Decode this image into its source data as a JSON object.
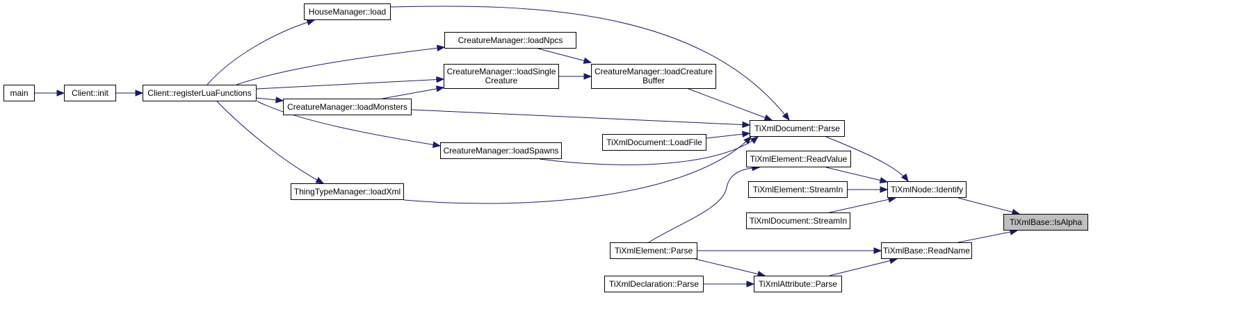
{
  "diagram": {
    "type": "call-graph",
    "colors": {
      "edge": "#191970",
      "node_border": "#000000",
      "node_fill": "#ffffff",
      "focus_fill": "#bfbfbf"
    },
    "nodes": [
      {
        "id": "main",
        "label": "main"
      },
      {
        "id": "client_init",
        "label": "Client::init"
      },
      {
        "id": "register_lua",
        "label": "Client::registerLuaFunctions"
      },
      {
        "id": "house_load",
        "label": "HouseManager::load"
      },
      {
        "id": "load_npcs",
        "label": "CreatureManager::loadNpcs"
      },
      {
        "id": "load_single",
        "label": "CreatureManager::loadSingle\nCreature"
      },
      {
        "id": "load_monsters",
        "label": "CreatureManager::loadMonsters"
      },
      {
        "id": "load_spawns",
        "label": "CreatureManager::loadSpawns"
      },
      {
        "id": "load_xml",
        "label": "ThingTypeManager::loadXml"
      },
      {
        "id": "load_buffer",
        "label": "CreatureManager::loadCreature\nBuffer"
      },
      {
        "id": "load_file",
        "label": "TiXmlDocument::LoadFile"
      },
      {
        "id": "doc_parse",
        "label": "TiXmlDocument::Parse"
      },
      {
        "id": "elem_readvalue",
        "label": "TiXmlElement::ReadValue"
      },
      {
        "id": "elem_streamin",
        "label": "TiXmlElement::StreamIn"
      },
      {
        "id": "doc_streamin",
        "label": "TiXmlDocument::StreamIn"
      },
      {
        "id": "elem_parse",
        "label": "TiXmlElement::Parse"
      },
      {
        "id": "decl_parse",
        "label": "TiXmlDeclaration::Parse"
      },
      {
        "id": "attr_parse",
        "label": "TiXmlAttribute::Parse"
      },
      {
        "id": "node_identify",
        "label": "TiXmlNode::Identify"
      },
      {
        "id": "base_readname",
        "label": "TiXmlBase::ReadName"
      },
      {
        "id": "base_isalpha",
        "label": "TiXmlBase::IsAlpha",
        "focus": true
      }
    ],
    "edges": [
      {
        "from": "main",
        "to": "client_init"
      },
      {
        "from": "client_init",
        "to": "register_lua"
      },
      {
        "from": "register_lua",
        "to": "house_load"
      },
      {
        "from": "register_lua",
        "to": "load_npcs"
      },
      {
        "from": "register_lua",
        "to": "load_single"
      },
      {
        "from": "register_lua",
        "to": "load_monsters"
      },
      {
        "from": "register_lua",
        "to": "load_spawns"
      },
      {
        "from": "register_lua",
        "to": "load_xml"
      },
      {
        "from": "load_npcs",
        "to": "load_buffer"
      },
      {
        "from": "load_single",
        "to": "load_buffer"
      },
      {
        "from": "load_monsters",
        "to": "load_single"
      },
      {
        "from": "house_load",
        "to": "doc_parse"
      },
      {
        "from": "load_buffer",
        "to": "doc_parse"
      },
      {
        "from": "load_monsters",
        "to": "doc_parse"
      },
      {
        "from": "load_file",
        "to": "doc_parse"
      },
      {
        "from": "load_spawns",
        "to": "doc_parse"
      },
      {
        "from": "load_xml",
        "to": "doc_parse"
      },
      {
        "from": "doc_parse",
        "to": "node_identify"
      },
      {
        "from": "elem_readvalue",
        "to": "node_identify"
      },
      {
        "from": "elem_streamin",
        "to": "node_identify"
      },
      {
        "from": "doc_streamin",
        "to": "node_identify"
      },
      {
        "from": "elem_parse",
        "to": "elem_readvalue"
      },
      {
        "from": "elem_parse",
        "to": "base_readname"
      },
      {
        "from": "elem_parse",
        "to": "attr_parse"
      },
      {
        "from": "decl_parse",
        "to": "attr_parse"
      },
      {
        "from": "attr_parse",
        "to": "base_readname"
      },
      {
        "from": "node_identify",
        "to": "base_isalpha"
      },
      {
        "from": "base_readname",
        "to": "base_isalpha"
      }
    ]
  }
}
